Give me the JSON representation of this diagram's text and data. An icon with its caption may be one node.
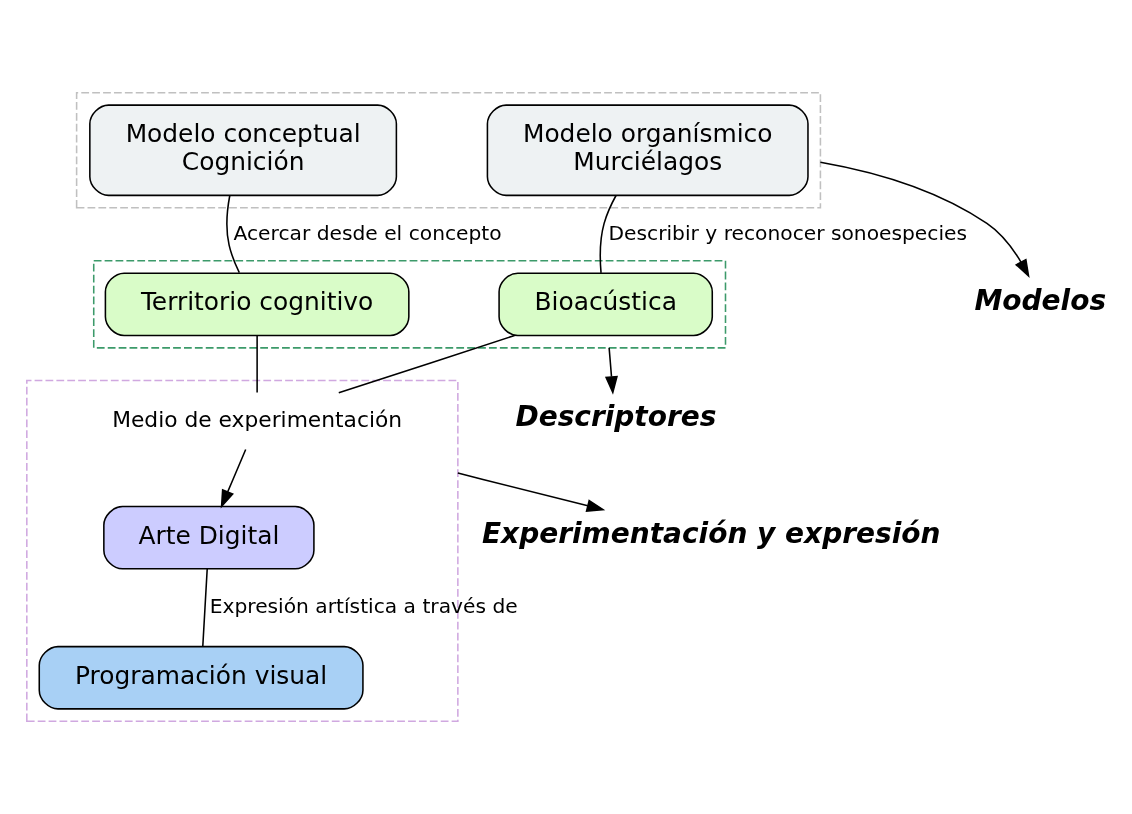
{
  "diagram": {
    "nodes": [
      {
        "text": [],
        "shape": "box"
      },
      {
        "text": [
          "Modelo organísmico",
          "Murciélagos"
        ],
        "in": 0
      },
      {
        "text": [
          "Modelo conceptual",
          "Cognición"
        ],
        "in": 0
      },
      {
        "text": [],
        "shape": "box"
      },
      {
        "text": [
          "Bioacústica"
        ],
        "in": 3
      },
      {
        "text": [
          "Territorio cognitivo"
        ],
        "in": 3
      },
      {
        "text": [],
        "shape": "box"
      },
      {
        "text": [
          "Medio de experimentación"
        ],
        "in": 6
      },
      {
        "text": [
          "Arte Digital"
        ],
        "in": 6
      },
      {
        "text": [
          "Programación visual"
        ],
        "in": 6
      },
      {
        "text": [
          "Modelos"
        ]
      },
      {
        "text": [
          "Descriptores"
        ]
      },
      {
        "text": [
          "Experimentación y expresión"
        ]
      }
    ],
    "edges": [
      {
        "from": 1,
        "to": 4,
        "label": "Describir y reconocer sonoespecies",
        "arrow": "none"
      },
      {
        "from": 2,
        "to": 5,
        "label": "Acercar desde el concepto",
        "arrow": "none"
      },
      {
        "from": 4,
        "to": 7,
        "arrow": "none"
      },
      {
        "from": 5,
        "to": 7,
        "arrow": "none"
      },
      {
        "from": 7,
        "to": 8,
        "arrow": "to"
      },
      {
        "from": 8,
        "to": 9,
        "label": "Expresión artística a través de",
        "arrow": "none"
      },
      {
        "from": 0,
        "to": 10,
        "arrow": "to"
      },
      {
        "from": 3,
        "to": 11,
        "arrow": "to"
      },
      {
        "from": 6,
        "to": 12,
        "arrow": "to"
      }
    ]
  }
}
